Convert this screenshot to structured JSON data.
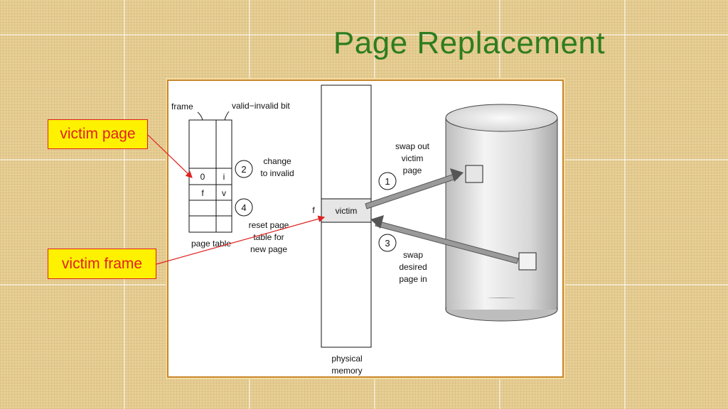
{
  "slide": {
    "title": "Page Replacement",
    "title_color": "#2e7d1f",
    "callouts": {
      "victim_page": "victim page",
      "victim_frame": "victim frame",
      "callout_bg": "#fff200",
      "callout_text_color": "#e02020"
    }
  },
  "diagram": {
    "frame_label": "frame",
    "valid_invalid_label": "valid−invalid bit",
    "page_table_label": "page table",
    "rows": [
      {
        "frame": "0",
        "bit": "i"
      },
      {
        "frame": "f",
        "bit": "v"
      }
    ],
    "steps": [
      {
        "num": "1",
        "lines": [
          "swap out",
          "victim",
          "page"
        ]
      },
      {
        "num": "2",
        "lines": [
          "change",
          "to invalid"
        ]
      },
      {
        "num": "3",
        "lines": [
          "swap",
          "desired",
          "page in"
        ]
      },
      {
        "num": "4",
        "lines": [
          "reset page",
          "table for",
          "new page"
        ]
      }
    ],
    "memory_frame_label": "f",
    "victim_label": "victim",
    "physical_memory_lines": [
      "physical",
      "memory"
    ]
  }
}
